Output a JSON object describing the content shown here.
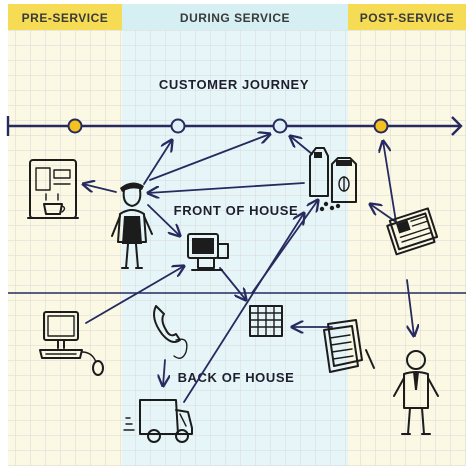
{
  "phases": [
    {
      "label": "PRE-SERVICE",
      "color": "#f6dc55"
    },
    {
      "label": "DURING SERVICE",
      "color": "#d6eff3"
    },
    {
      "label": "POST-SERVICE",
      "color": "#f6dc55"
    }
  ],
  "journey_label": "CUSTOMER JOURNEY",
  "front_label": "FRONT OF HOUSE",
  "back_label": "BACK OF HOUSE",
  "colors": {
    "pre_bg": "#fbf8e4",
    "during_bg": "#e6f5f8",
    "post_bg": "#fbf8e4",
    "timeline": "#262a5e",
    "touchpoint_yellow": "#f3c21e",
    "touchpoint_blue": "#dff1f6",
    "grid": "#d9d9d9"
  },
  "touchpoints": [
    {
      "name": "touchpoint-1",
      "color": "yellow"
    },
    {
      "name": "touchpoint-2",
      "color": "blue"
    },
    {
      "name": "touchpoint-3",
      "color": "blue"
    },
    {
      "name": "touchpoint-4",
      "color": "yellow"
    }
  ],
  "icons": [
    "coffee-machine-icon",
    "barista-icon",
    "register-icon",
    "coffee-packages-icon",
    "newspaper-icon",
    "computer-icon",
    "phone-icon",
    "spreadsheet-icon",
    "documents-icon",
    "customer-icon",
    "delivery-truck-icon"
  ]
}
